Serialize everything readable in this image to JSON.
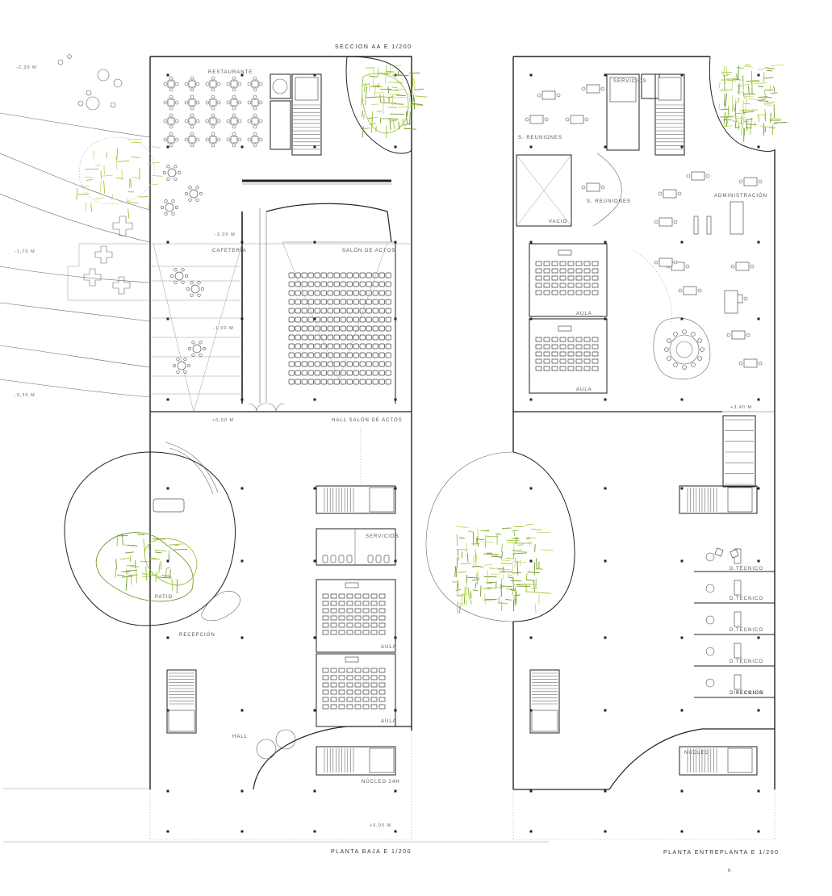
{
  "section_title": "SECCION AA E 1/200",
  "ground_floor": {
    "title": "PLANTA BAJA E 1/200",
    "rooms": {
      "restaurante": "RESTAURANTE",
      "cafeteria": "CAFETERÍA",
      "salon_actos": "SALÓN DE ACTOS",
      "hall_salon": "HALL SALÓN DE ACTOS",
      "servicios": "SERVICIOS",
      "aula_1": "AULA",
      "aula_2": "AULA",
      "patio": "PATIO",
      "recepcion": "RECEPCIÓN",
      "hall": "HALL",
      "nucleo": "NÚCLEO 24H"
    },
    "levels": {
      "l_neg230": "-2,30 M",
      "l_neg200": "-2,00 M",
      "l_neg170": "-1,70 M",
      "l_neg100": "-1,00 M",
      "l_neg030": "-0,30 M",
      "l_000a": "+0,00 M",
      "l_000b": "+0,00 M"
    }
  },
  "mezzanine": {
    "title": "PLANTA ENTREPLANTA E 1/200",
    "rooms": {
      "servicios": "SERVICIOS",
      "s_reuniones_1": "S. REUNIONES",
      "s_reuniones_2": "S. REUNIONES",
      "vacio": "VACIO",
      "administracion": "ADMINISTRACIÓN",
      "aula_1": "AULA",
      "aula_2": "AULA",
      "d_tecnico_1": "D.TÉCNICO",
      "d_tecnico_2": "D.TÉCNICO",
      "d_tecnico_3": "D.TÉCNICO",
      "d_tecnico_4": "D.TÉCNICO",
      "d_tecnico_5": "D.TÉCNICO",
      "direccion": "DIRECCIÓN",
      "nucleo": "NÚCLEO"
    },
    "levels": {
      "l_340": "+3,40 M"
    }
  },
  "corner_mark": "B",
  "colors": {
    "wall": "#222222",
    "vegetation_light": "#9ac43a",
    "vegetation_dark": "#6f9a2a",
    "vegetation_pale": "#c8d870",
    "accent_purple": "#7a3a6a"
  }
}
